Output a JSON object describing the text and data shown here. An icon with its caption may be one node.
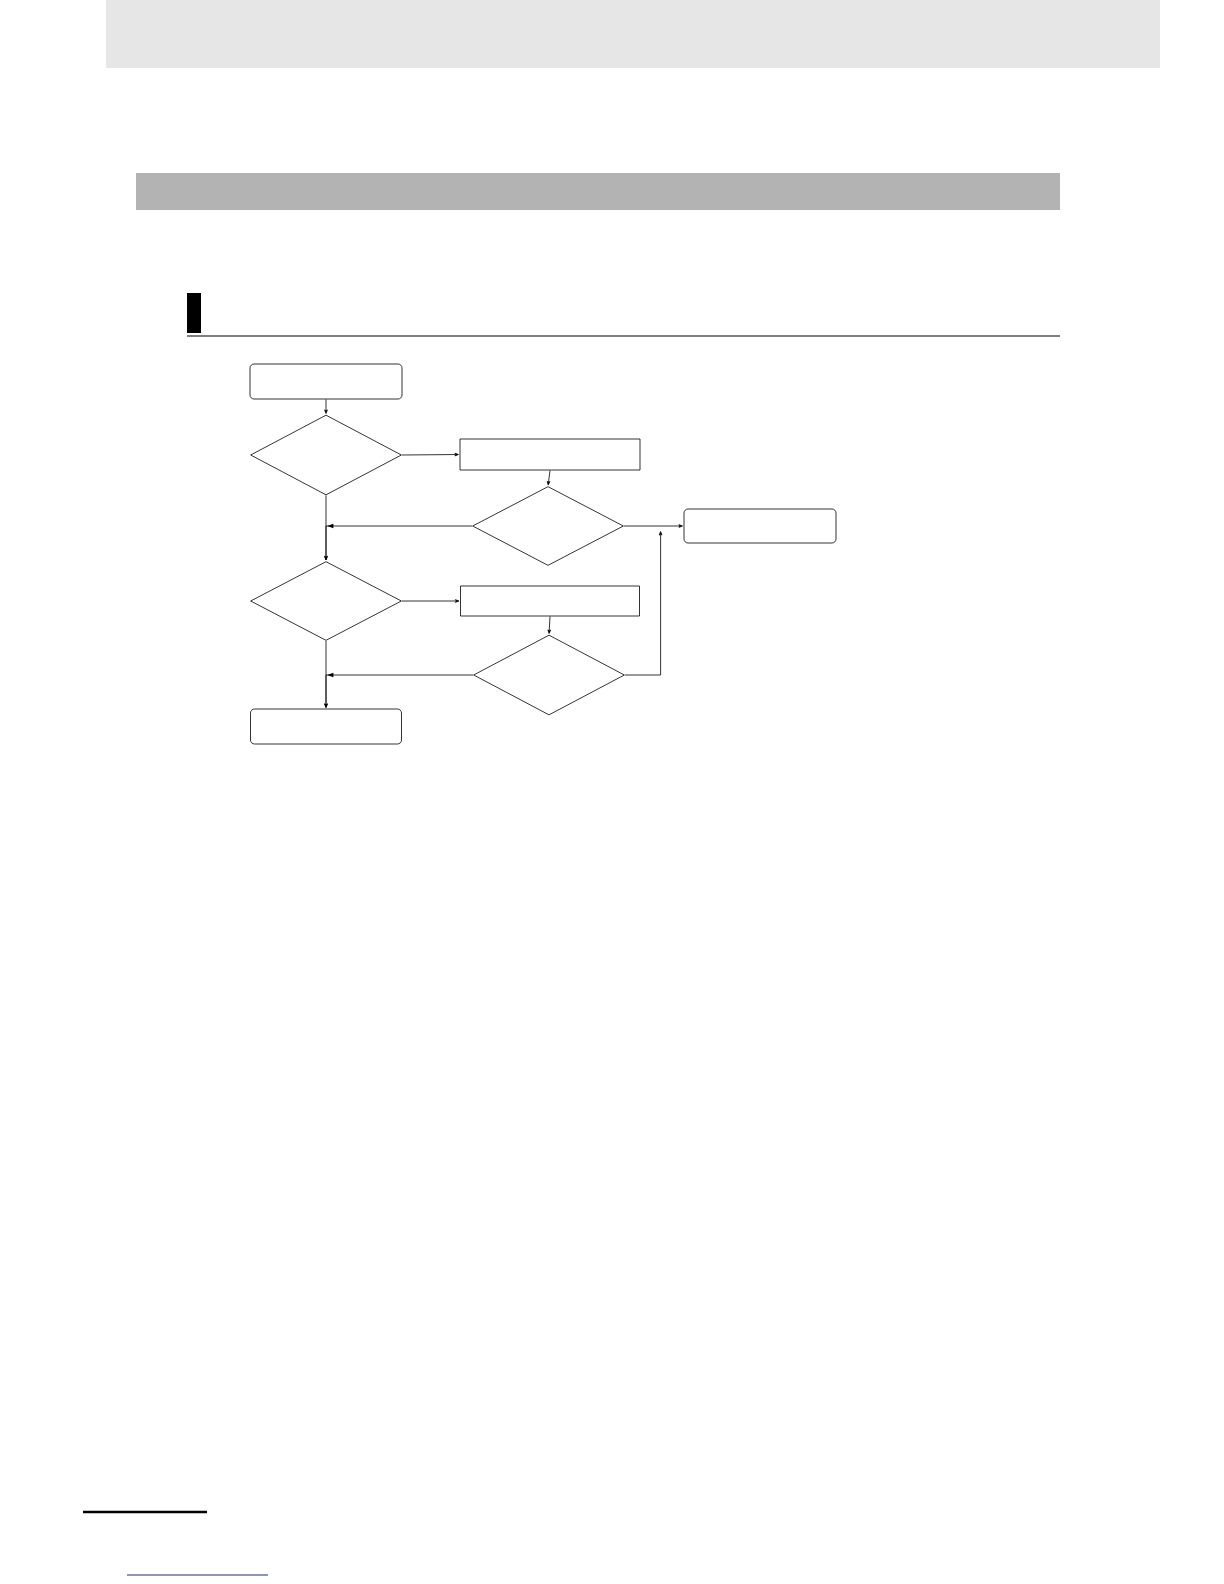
{
  "diagram": {
    "nodes": [
      {
        "text": [],
        "shape": "box"
      },
      {
        "text": [],
        "shape": "diamond"
      },
      {
        "text": [],
        "shape": "box"
      },
      {
        "text": [],
        "shape": "diamond"
      },
      {
        "text": [],
        "shape": "box"
      },
      {
        "text": [],
        "shape": "diamond"
      },
      {
        "text": [],
        "shape": "box"
      },
      {
        "text": [],
        "shape": "diamond"
      },
      {
        "text": [],
        "shape": "box"
      }
    ],
    "edges": [
      {
        "from": 0,
        "to": 1,
        "arrow": "to"
      },
      {
        "from": 1,
        "to": 2,
        "arrow": "to"
      },
      {
        "from": 2,
        "to": 3,
        "arrow": "to"
      },
      {
        "from": 3,
        "to": 4,
        "arrow": "to"
      },
      {
        "from": 3,
        "to": 5,
        "arrow": "to"
      },
      {
        "from": 1,
        "to": 5,
        "arrow": "to"
      },
      {
        "from": 5,
        "to": 6,
        "arrow": "to"
      },
      {
        "from": 6,
        "to": 7,
        "arrow": "to"
      },
      {
        "from": 7,
        "to": 4,
        "arrow": "to"
      },
      {
        "from": 7,
        "to": 8,
        "arrow": "to"
      },
      {
        "from": 5,
        "to": 8,
        "arrow": "to"
      }
    ]
  }
}
